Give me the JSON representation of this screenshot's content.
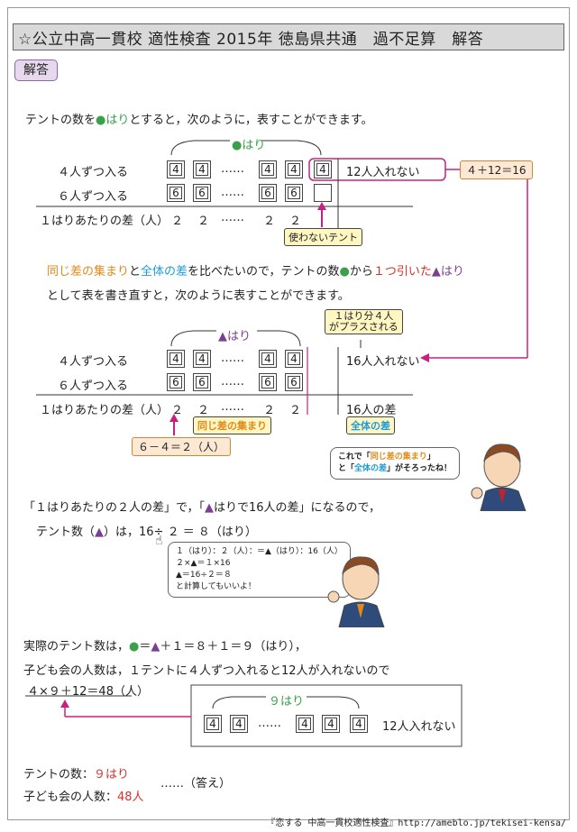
{
  "title": "☆公立中高一貫校 適性検査 2015年 徳島県共通　過不足算　解答",
  "answer_badge": "解答",
  "intro": {
    "p1": "テントの数を",
    "p2": "はり",
    "p3": "とすると，次のように，表すことができます。"
  },
  "table1": {
    "brace_label": "はり",
    "row1_label": "４人ずつ入る",
    "row2_label": "６人ずつ入る",
    "row3_label": "１はりあたりの差（人）",
    "box4": "4",
    "box6": "6",
    "dots": "……",
    "diff": "２",
    "overflow_label": "12人入れない",
    "calc_label": "４＋12＝16",
    "unused_tag": "使わないテント"
  },
  "para2": {
    "a": "同じ差の集まり",
    "b": "と",
    "c": "全体の差",
    "d": "を比べたいので，テントの数",
    "e": "から",
    "f": "１つ引いた",
    "g": "はり",
    "line2": "として表を書き直すと，次のように表すことができます。"
  },
  "table2": {
    "brace_label": "はり",
    "plus_tag_line1": "１はり分４人",
    "plus_tag_line2": "がプラスされる",
    "overflow_label": "16人入れない",
    "diff_label": "16人の差",
    "same_diff_tag": "同じ差の集まり",
    "total_diff_tag": "全体の差",
    "calc_tag": "６－４＝２（人）"
  },
  "bubble1": {
    "line1a": "これで「",
    "line1b": "同じ差の集まり",
    "line1c": "」",
    "line2a": "と「",
    "line2b": "全体の差",
    "line2c": "」がそろったね！"
  },
  "para3": {
    "line1a": "「１はりあたりの２人の差」で，「",
    "line1b": "はりで16人の差」になるので，",
    "line2a": "テント数（",
    "line2b": "）は，16÷ ２ ＝ ８（はり）"
  },
  "bubble2": {
    "l1": "１（はり）：２（人）：＝▲（はり）：16（人）",
    "l2": "２×▲＝１×16",
    "l3": "▲＝16÷２＝８",
    "l4": "と計算してもいいよ！"
  },
  "para4": {
    "line1a": "実際のテント数は，",
    "line1b": "＝",
    "line1c": "＋１＝８＋１＝９（はり），",
    "line2": "子ども会の人数は，１テントに４人ずつ入れると12人が入れないので",
    "formula": "４×９＋12＝48（人）"
  },
  "table3": {
    "brace_label": "９はり",
    "overflow_label": "12人入れない"
  },
  "answer": {
    "tents_label": "テントの数：",
    "tents_value": "９はり",
    "people_label": "子ども会の人数：",
    "people_value": "48人",
    "answer_mark": "……（答え）"
  },
  "footer": "『恋する 中高一貫校適性検査』http://ameblo.jp/tekisei-kensa/",
  "colors": {
    "green": "#3aa04a",
    "orange": "#e08a1a",
    "blue": "#1e9bd7",
    "red": "#d6322e",
    "purple": "#7a3f93",
    "magenta": "#c8207f"
  }
}
